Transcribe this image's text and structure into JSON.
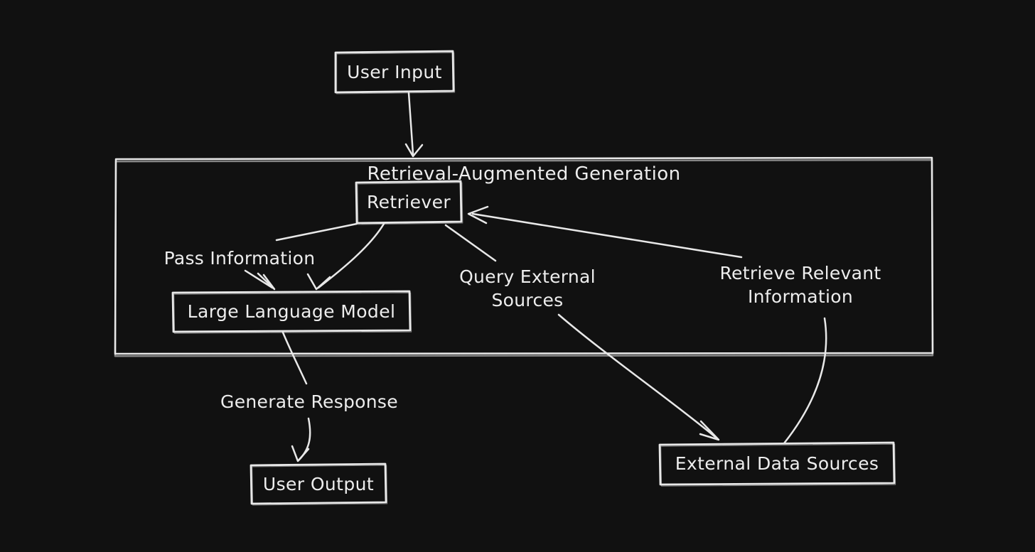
{
  "diagram": {
    "title": "Retrieval-Augmented Generation",
    "nodes": {
      "user_input": {
        "label": "User Input"
      },
      "retriever": {
        "label": "Retriever"
      },
      "llm": {
        "label": "Large Language Model"
      },
      "user_output": {
        "label": "User Output"
      },
      "external_data_sources": {
        "label": "External Data Sources"
      }
    },
    "edges": {
      "pass_information": {
        "label": "Pass Information"
      },
      "query_external_sources": {
        "label": "Query External Sources"
      },
      "retrieve_relevant_information": {
        "label": "Retrieve Relevant Information"
      },
      "generate_response": {
        "label": "Generate Response"
      }
    },
    "colors": {
      "background": "#111111",
      "stroke": "#e8e8e8",
      "text": "#ededed"
    }
  }
}
